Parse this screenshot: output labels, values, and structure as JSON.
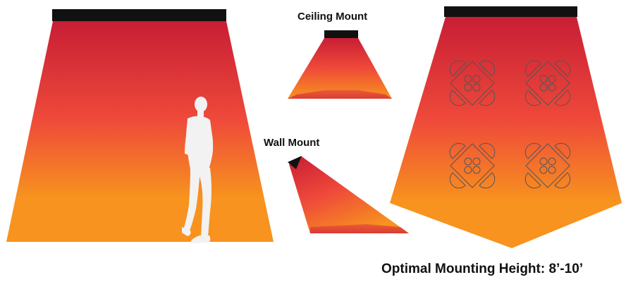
{
  "labels": {
    "ceiling_mount": "Ceiling Mount",
    "wall_mount": "Wall Mount",
    "optimal_height": "Optimal Mounting Height: 8’-10’"
  },
  "colors": {
    "heater_bar": "#111111",
    "heat_top": "#c81e35",
    "heat_mid": "#ef4a3a",
    "heat_bottom": "#f7931e",
    "silhouette": "#f2f2f2",
    "table_outline": "#555555"
  },
  "icons": {
    "person": "person-silhouette-icon",
    "table_set": "table-with-chairs-icon"
  }
}
